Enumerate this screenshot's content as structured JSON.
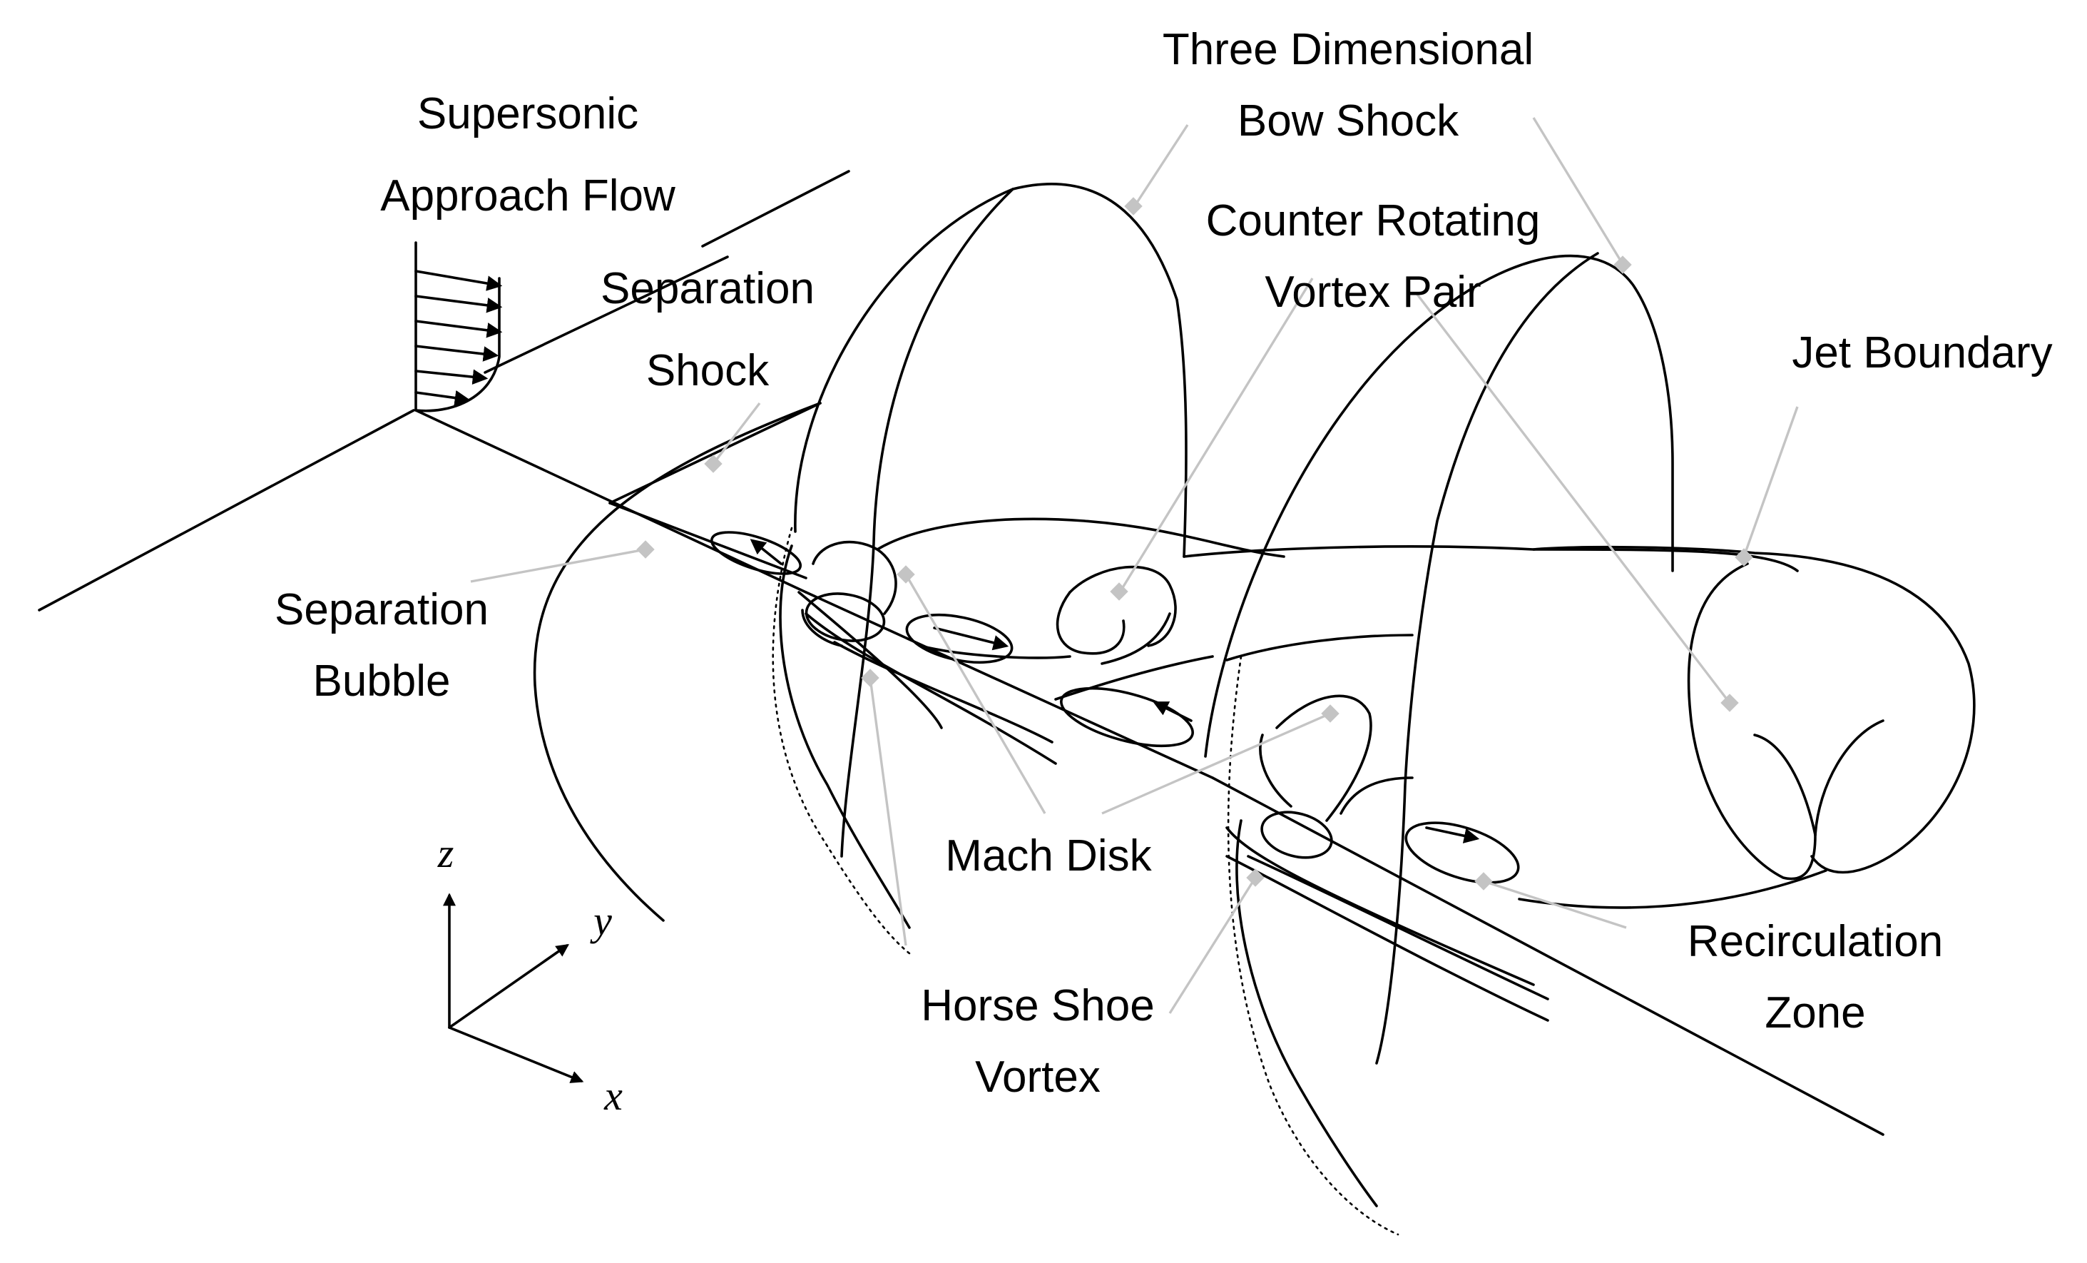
{
  "labels": {
    "supersonic_approach_flow": [
      "Supersonic",
      "Approach Flow"
    ],
    "three_dimensional_bow_shock": [
      "Three Dimensional",
      "Bow Shock"
    ],
    "separation_shock": [
      "Separation",
      "Shock"
    ],
    "counter_rotating_vortex_pair": [
      "Counter Rotating",
      "Vortex Pair"
    ],
    "jet_boundary": "Jet Boundary",
    "separation_bubble": [
      "Separation",
      "Bubble"
    ],
    "mach_disk": "Mach Disk",
    "horse_shoe_vortex": [
      "Horse Shoe",
      "Vortex"
    ],
    "recirculation_zone": [
      "Recirculation",
      "Zone"
    ]
  },
  "axes": {
    "z": "z",
    "y": "y",
    "x": "x"
  },
  "colors": {
    "ink": "#000000",
    "leader": "#c4c4c4"
  }
}
